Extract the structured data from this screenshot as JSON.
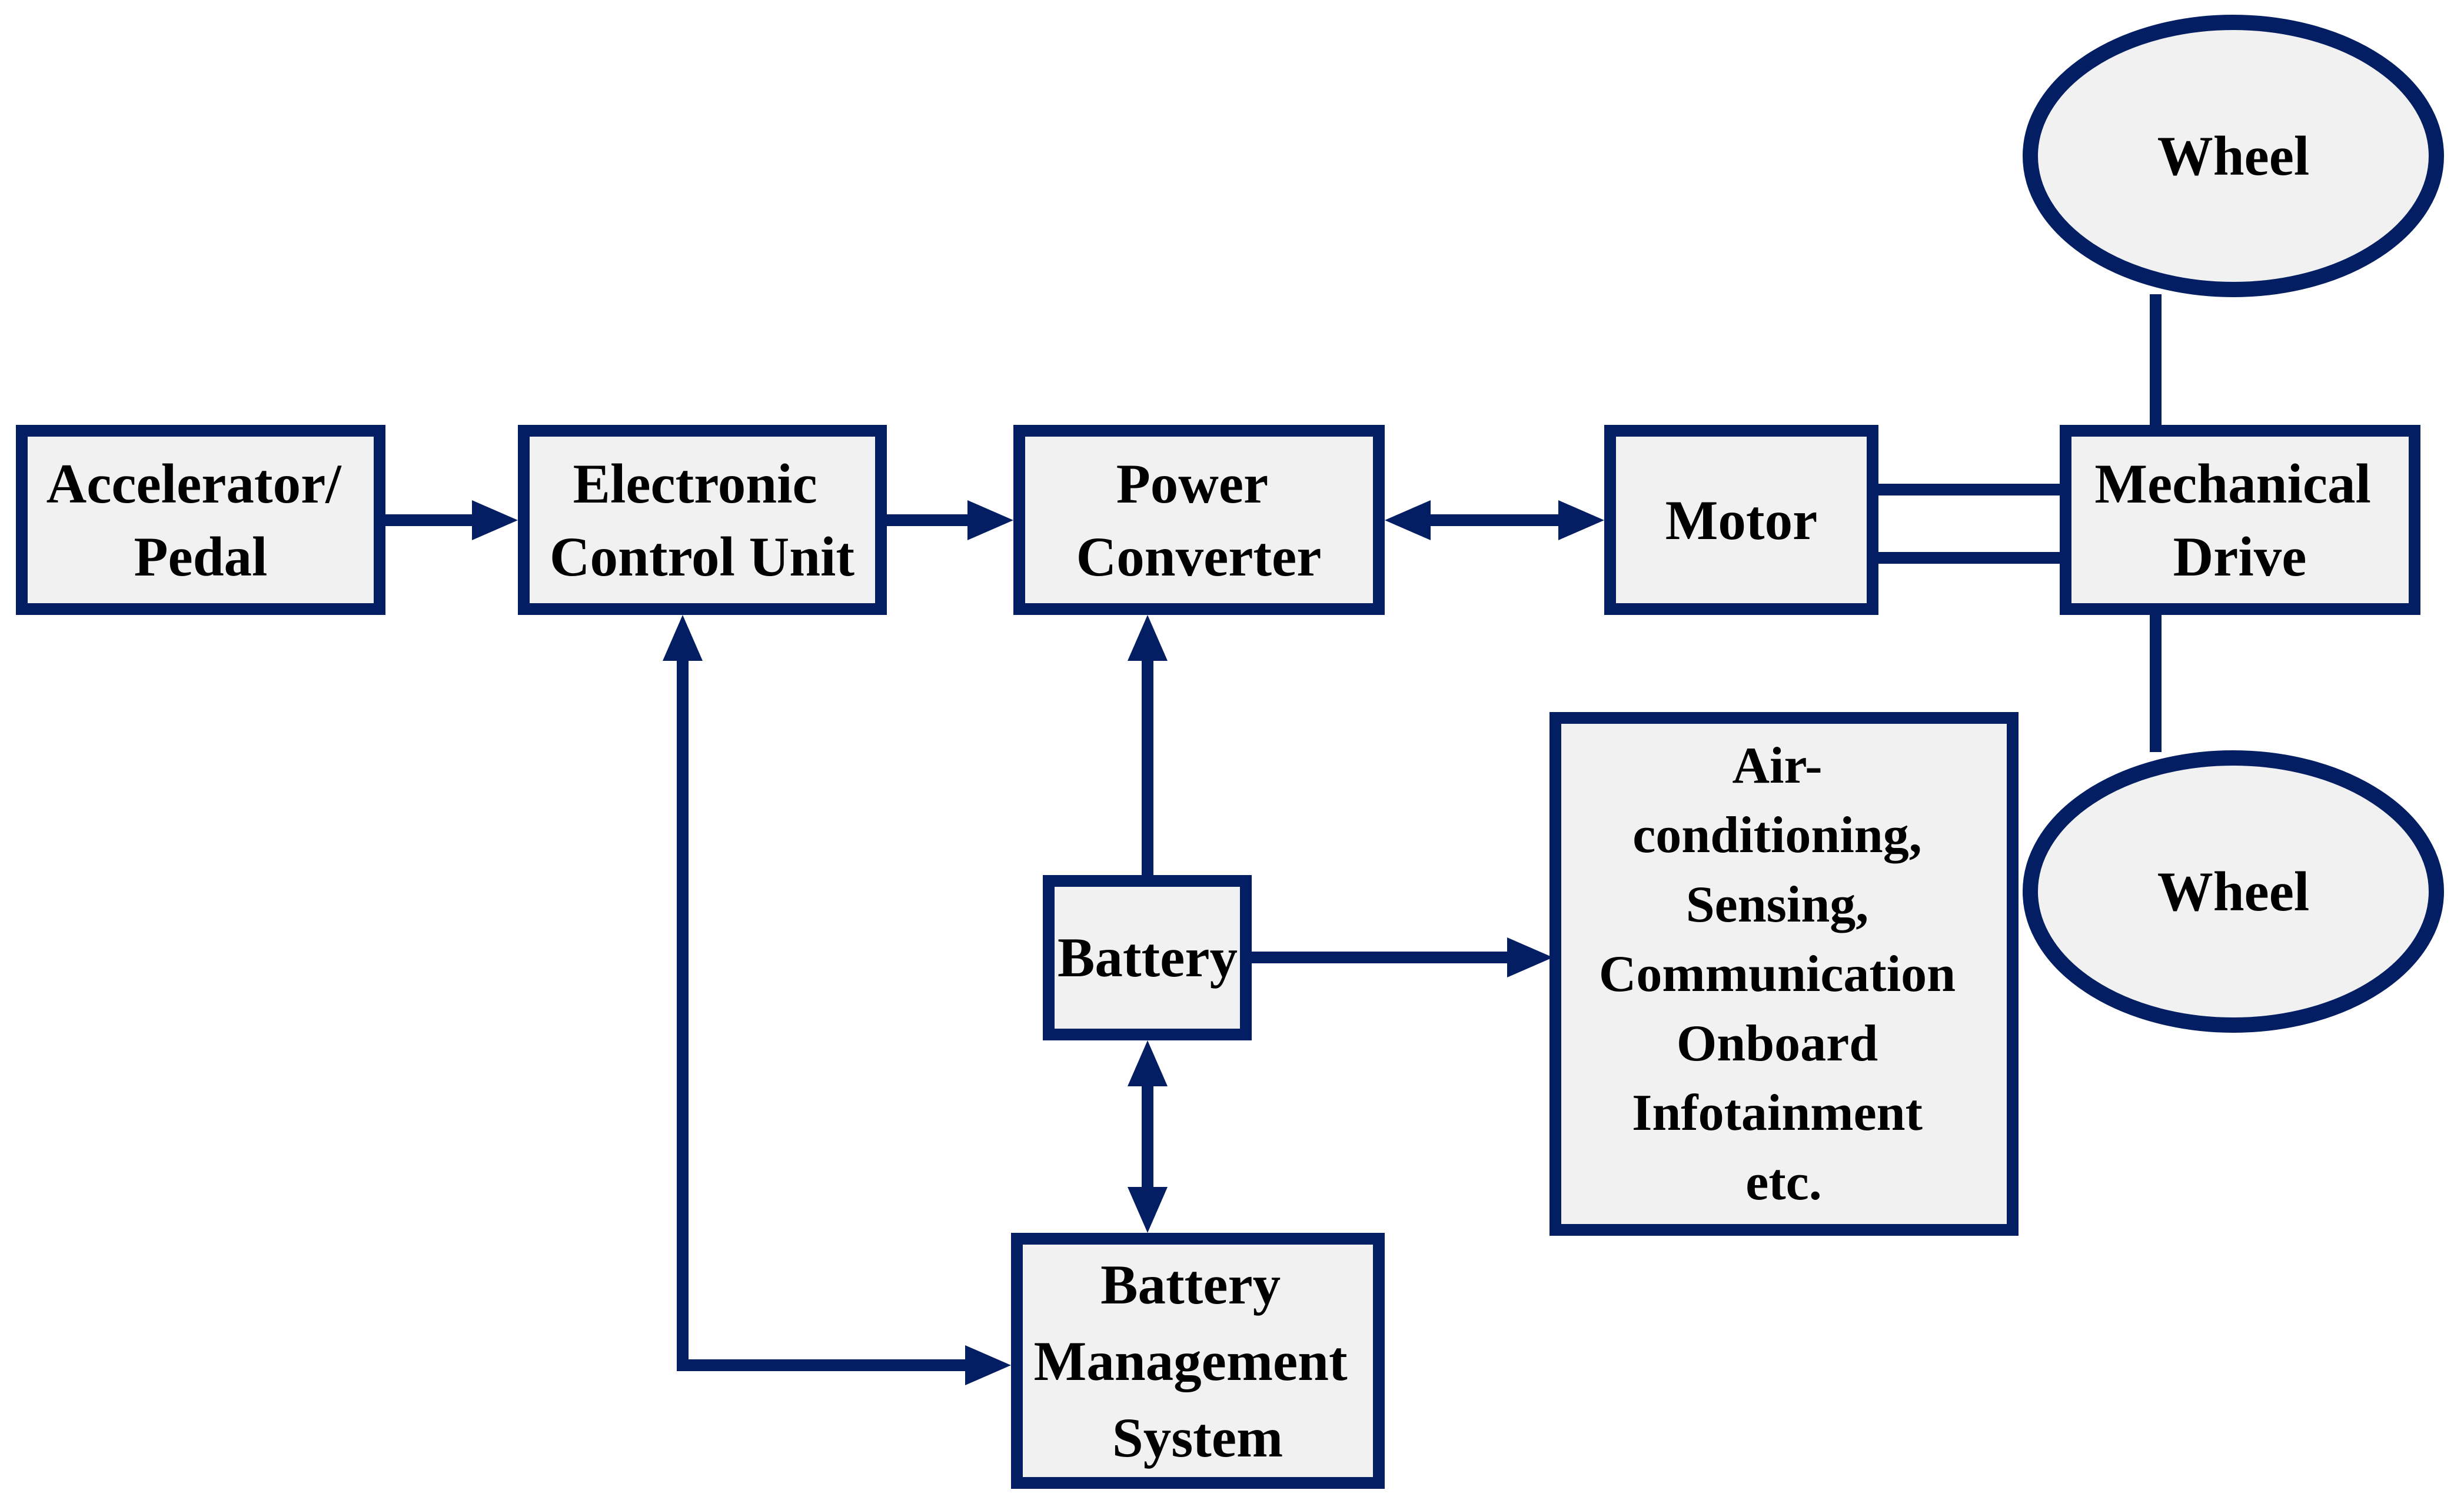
{
  "diagram_type": "block-diagram",
  "colors": {
    "line": "#031e62",
    "box_fill": "#f1f1f2",
    "text": "#000000",
    "background": "#ffffff"
  },
  "nodes": {
    "accelerator": {
      "shape": "rect",
      "lines": [
        "Accelerator/",
        "Pedal"
      ]
    },
    "ecu": {
      "shape": "rect",
      "lines": [
        "Electronic",
        "Control Unit"
      ]
    },
    "power_converter": {
      "shape": "rect",
      "lines": [
        "Power",
        "Converter"
      ]
    },
    "motor": {
      "shape": "rect",
      "lines": [
        "Motor"
      ]
    },
    "mechanical_drive": {
      "shape": "rect",
      "lines": [
        "Mechanical",
        "Drive"
      ]
    },
    "wheel_top": {
      "shape": "ellipse",
      "lines": [
        "Wheel"
      ]
    },
    "wheel_bottom": {
      "shape": "ellipse",
      "lines": [
        "Wheel"
      ]
    },
    "battery": {
      "shape": "rect",
      "lines": [
        "Battery"
      ]
    },
    "auxiliary_loads": {
      "shape": "rect",
      "lines": [
        "Air-",
        "conditioning,",
        "Sensing,",
        "Communication",
        "Onboard",
        "Infotainment",
        "etc."
      ]
    },
    "bms": {
      "shape": "rect",
      "lines": [
        "Battery",
        "Management",
        "System"
      ]
    }
  },
  "connectors": [
    {
      "from": "accelerator",
      "to": "ecu",
      "type": "arrow"
    },
    {
      "from": "ecu",
      "to": "power_converter",
      "type": "arrow"
    },
    {
      "from": "power_converter",
      "to": "motor",
      "type": "double-headed-arrow"
    },
    {
      "from": "motor",
      "to": "mechanical_drive",
      "type": "double-parallel-line"
    },
    {
      "from": "mechanical_drive",
      "to": "wheel_top",
      "type": "plain-line"
    },
    {
      "from": "mechanical_drive",
      "to": "wheel_bottom",
      "type": "plain-line"
    },
    {
      "from": "battery",
      "to": "power_converter",
      "type": "arrow"
    },
    {
      "from": "battery",
      "to": "auxiliary_loads",
      "type": "arrow"
    },
    {
      "from": "battery",
      "to": "bms",
      "type": "double-headed-arrow"
    },
    {
      "from": "bms",
      "to": "ecu",
      "type": "double-headed-bent-arrow"
    }
  ]
}
